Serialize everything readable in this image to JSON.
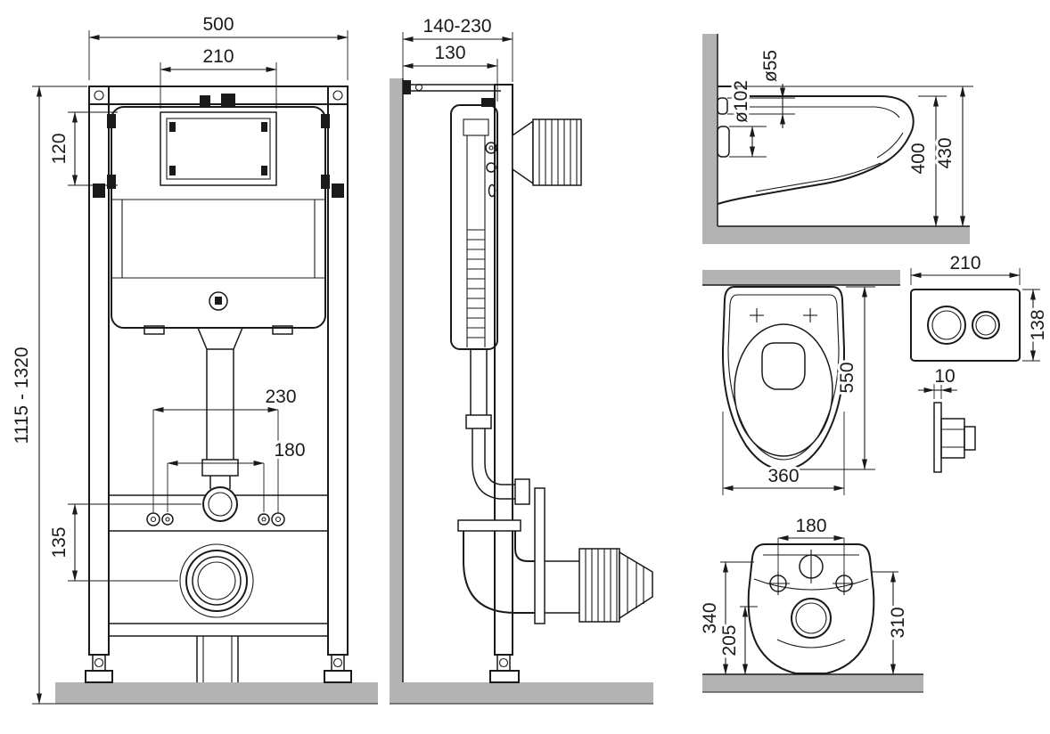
{
  "drawing": {
    "frame_front": {
      "overall_width": "500",
      "access_window_width": "210",
      "access_window_height": "120",
      "installation_height": "1115 - 1320",
      "fixing_spacing_wide": "230",
      "fixing_spacing_narrow": "180",
      "outlet_offset": "135"
    },
    "frame_side": {
      "depth_adjust_range": "140-230",
      "frame_depth": "130"
    },
    "bowl_side": {
      "inlet_dia": "ø55",
      "outlet_dia": "ø102",
      "bowl_height": "400",
      "overall_height": "430"
    },
    "bowl_top": {
      "bowl_depth": "550",
      "bowl_width": "360"
    },
    "flush_plate": {
      "plate_width": "210",
      "plate_height": "138",
      "plate_thickness": "10"
    },
    "bowl_rear": {
      "fixing_spacing": "180",
      "height_340": "340",
      "height_205": "205",
      "height_310": "310"
    }
  }
}
